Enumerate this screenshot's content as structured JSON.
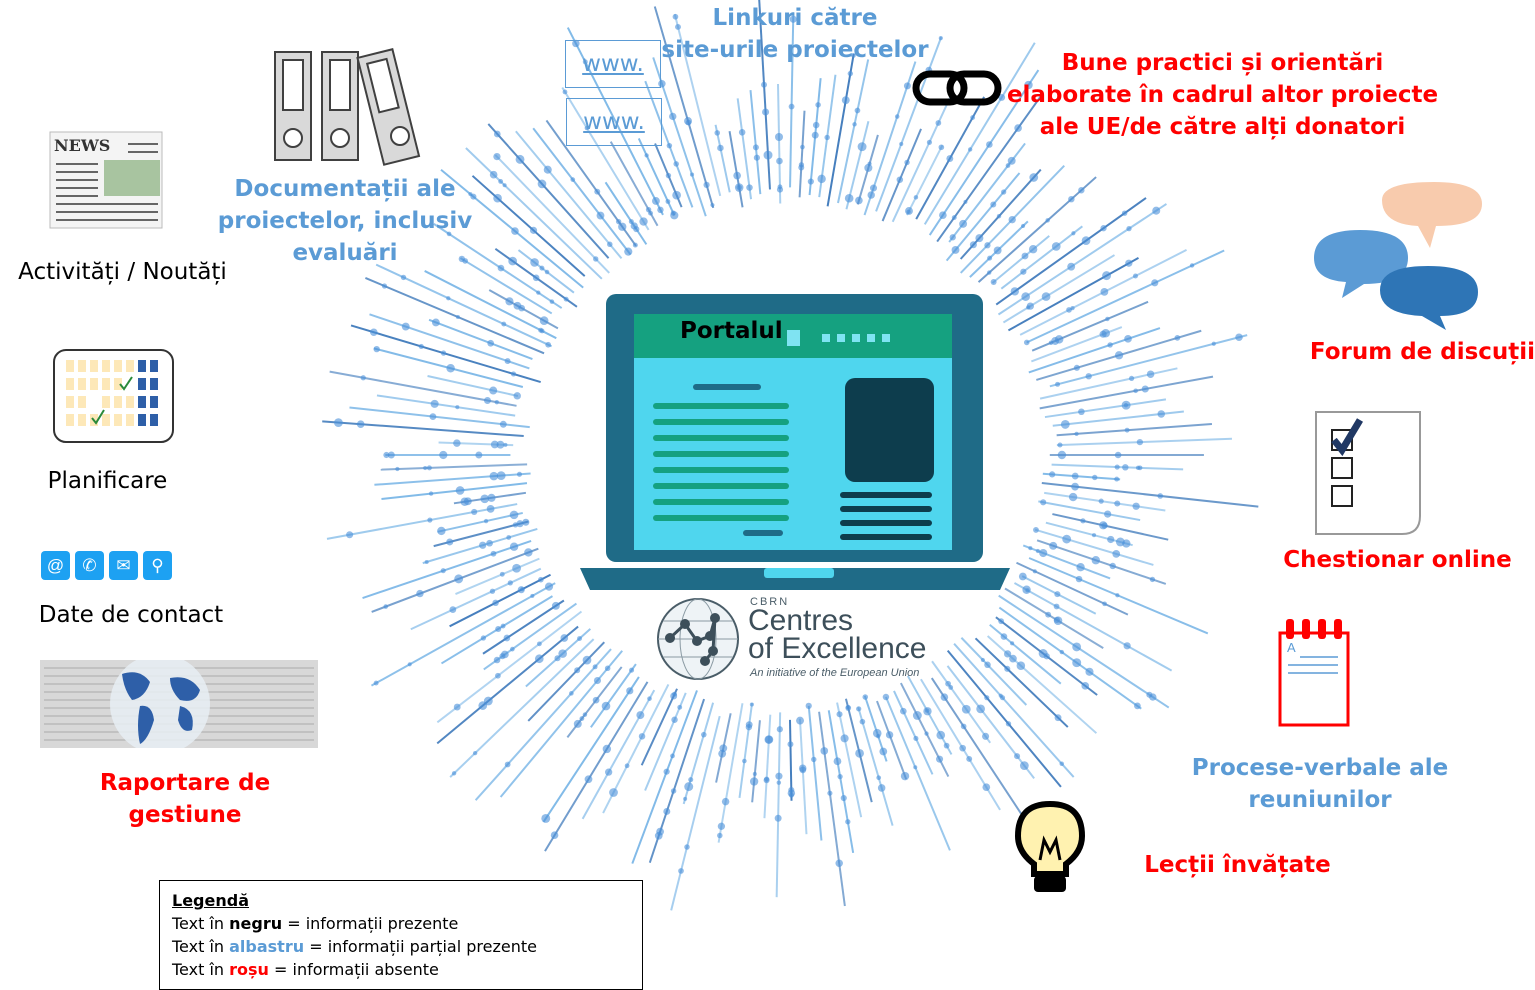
{
  "colors": {
    "present": "#000000",
    "partial": "#5b9bd5",
    "absent": "#ff0000"
  },
  "center": {
    "portal_label": "Portalul",
    "logo_small": "CBRN",
    "logo_line1": "Centres",
    "logo_line2": "of Excellence",
    "logo_tagline": "An initiative of the European Union"
  },
  "items": {
    "links": {
      "line1": "Linkuri către",
      "line2": "site-urile proiectelor",
      "www1": "www.",
      "www2": "www."
    },
    "best_practices": {
      "line1": "Bune practici și orientări",
      "line2": "elaborate în cadrul altor proiecte",
      "line3": "ale UE/de către alți donatori"
    },
    "documentation": {
      "line1": "Documentații ale",
      "line2": "proiectelor, inclusiv",
      "line3": "evaluări"
    },
    "news": {
      "label": "Activități / Noutăți",
      "icon_text": "NEWS"
    },
    "planning": {
      "label": "Planificare"
    },
    "contact": {
      "label": "Date de contact",
      "icons": [
        "at-icon",
        "phone-icon",
        "mail-icon",
        "location-pin-icon"
      ]
    },
    "reporting": {
      "label": "Raportare de gestiune"
    },
    "forum": {
      "label": "Forum de discuții"
    },
    "survey": {
      "label": "Chestionar online"
    },
    "minutes": {
      "line1": "Procese-verbale ale",
      "line2": "reuniunilor",
      "icon_letter": "A"
    },
    "lessons": {
      "label": "Lecții învățate"
    }
  },
  "legend": {
    "title": "Legendă",
    "row1": {
      "prefix": "Text în ",
      "word": "negru",
      "suffix": " = informații prezente"
    },
    "row2": {
      "prefix": "Text în ",
      "word": "albastru",
      "suffix": " = informații parțial prezente"
    },
    "row3": {
      "prefix": "Text în ",
      "word": "roșu",
      "suffix": " = informații absente"
    }
  }
}
